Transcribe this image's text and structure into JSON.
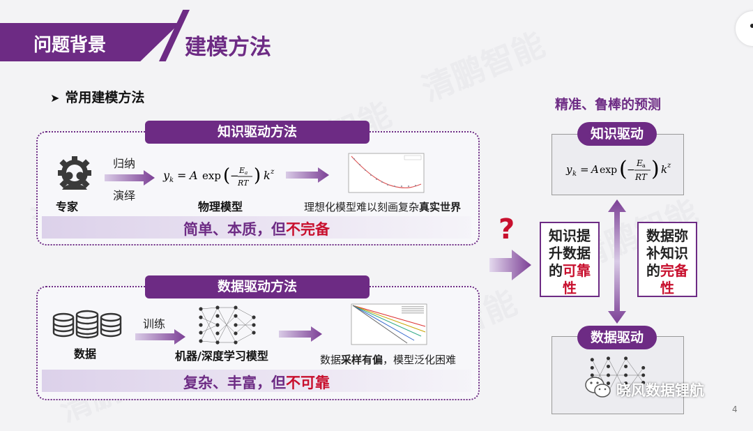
{
  "header": {
    "category": "问题背景",
    "title": "建模方法"
  },
  "section_title": "常用建模方法",
  "knowledge": {
    "title": "知识驱动方法",
    "expert_label": "专家",
    "induce_label": "归纳",
    "deduce_label": "演绎",
    "formula_label": "物理模型",
    "caption_pre": "理想化模型难以刻画复杂",
    "caption_bold": "真实世界",
    "summary_pre": "简单、本质，但",
    "summary_red": "不完备"
  },
  "data_driven": {
    "title": "数据驱动方法",
    "data_label": "数据",
    "train_label": "训练",
    "model_label": "机器/深度学习模型",
    "caption_pre": "数据",
    "caption_bold": "采样有偏",
    "caption_post": "，模型泛化困难",
    "summary_pre": "复杂、丰富，但",
    "summary_red": "不可靠"
  },
  "right": {
    "title": "精准、鲁棒的预测",
    "knowledge_pill": "知识驱动",
    "data_pill": "数据驱动",
    "left_box_line1": "知识提",
    "left_box_line2": "升数据",
    "left_box_line3_pre": "的",
    "left_box_line3_red": "可靠",
    "left_box_line4_red": "性",
    "right_box_line1": "数据弥",
    "right_box_line2": "补知识",
    "right_box_line3_pre": "的",
    "right_box_line3_red": "完备",
    "right_box_line4_red": "性"
  },
  "question_mark": "?",
  "footer": {
    "watermark": "晓风数据锂航",
    "page": "4"
  },
  "watermark_text": "清鹏智能",
  "colors": {
    "purple": "#6d2b84",
    "red": "#c8102e"
  },
  "icons": [
    "expert-gear-people-icon",
    "database-icon",
    "neural-network-icon",
    "right-arrow-icon",
    "bullet-arrow-icon",
    "wechat-icon"
  ]
}
